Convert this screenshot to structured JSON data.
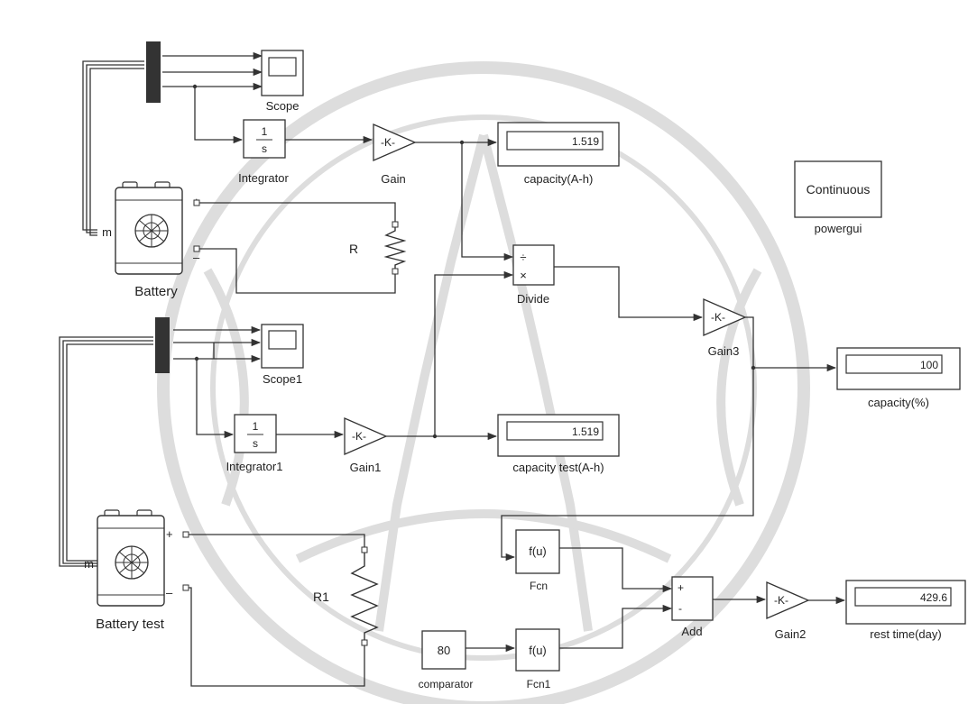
{
  "blocks": {
    "scope": {
      "label": "Scope"
    },
    "scope1": {
      "label": "Scope1"
    },
    "integrator": {
      "label": "Integrator",
      "num": "1",
      "den": "s"
    },
    "integrator1": {
      "label": "Integrator1",
      "num": "1",
      "den": "s"
    },
    "gain": {
      "label": "Gain",
      "text": "-K-"
    },
    "gain1": {
      "label": "Gain1",
      "text": "-K-"
    },
    "gain2": {
      "label": "Gain2",
      "text": "-K-"
    },
    "gain3": {
      "label": "Gain3",
      "text": "-K-"
    },
    "capacity_ah": {
      "label": "capacity(A-h)",
      "value": "1.519"
    },
    "capacity_test_ah": {
      "label": "capacity test(A-h)",
      "value": "1.519"
    },
    "capacity_pct": {
      "label": "capacity(%)",
      "value": "100"
    },
    "rest_time": {
      "label": "rest time(day)",
      "value": "429.6"
    },
    "powergui": {
      "label": "powergui",
      "text": "Continuous"
    },
    "battery": {
      "label": "Battery",
      "port_m": "m",
      "plus": "+",
      "minus": "–"
    },
    "battery_test": {
      "label": "Battery test",
      "port_m": "m",
      "plus": "+",
      "minus": "–"
    },
    "r": {
      "label": "R"
    },
    "r1": {
      "label": "R1"
    },
    "divide": {
      "label": "Divide",
      "op1": "÷",
      "op2": "×"
    },
    "fcn": {
      "label": "Fcn",
      "text": "f(u)"
    },
    "fcn1": {
      "label": "Fcn1",
      "text": "f(u)"
    },
    "add": {
      "label": "Add",
      "plus": "+",
      "minus": "-"
    },
    "comparator": {
      "label": "comparator",
      "value": "80"
    }
  },
  "colors": {
    "line": "#333333",
    "watermark": "#dcdcdc"
  }
}
